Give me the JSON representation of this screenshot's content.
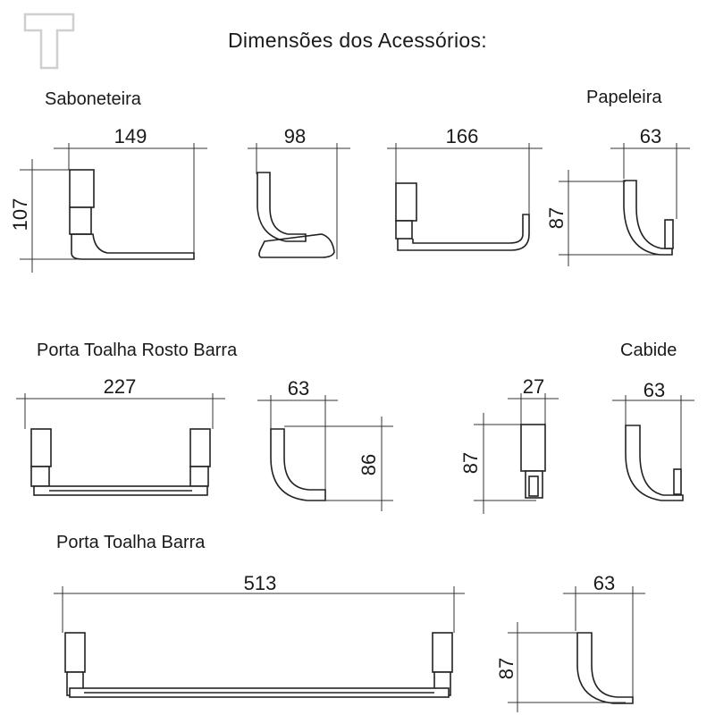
{
  "title": "Dimensões dos  Acessórios:",
  "sections": {
    "saboneteira": "Saboneteira",
    "papeleira": "Papeleira",
    "rosto": "Porta Toalha Rosto Barra",
    "cabide": "Cabide",
    "barra": "Porta Toalha Barra"
  },
  "dims": {
    "sab_w": "149",
    "sab_h": "107",
    "sab_d": "98",
    "pap_w": "166",
    "pap_d": "63",
    "pap_h": "87",
    "rosto_w": "227",
    "rosto_d": "63",
    "rosto_h": "86",
    "cab_w": "27",
    "cab_h": "87",
    "cab_d": "63",
    "barra_w": "513",
    "barra_d": "63",
    "barra_h": "87"
  }
}
